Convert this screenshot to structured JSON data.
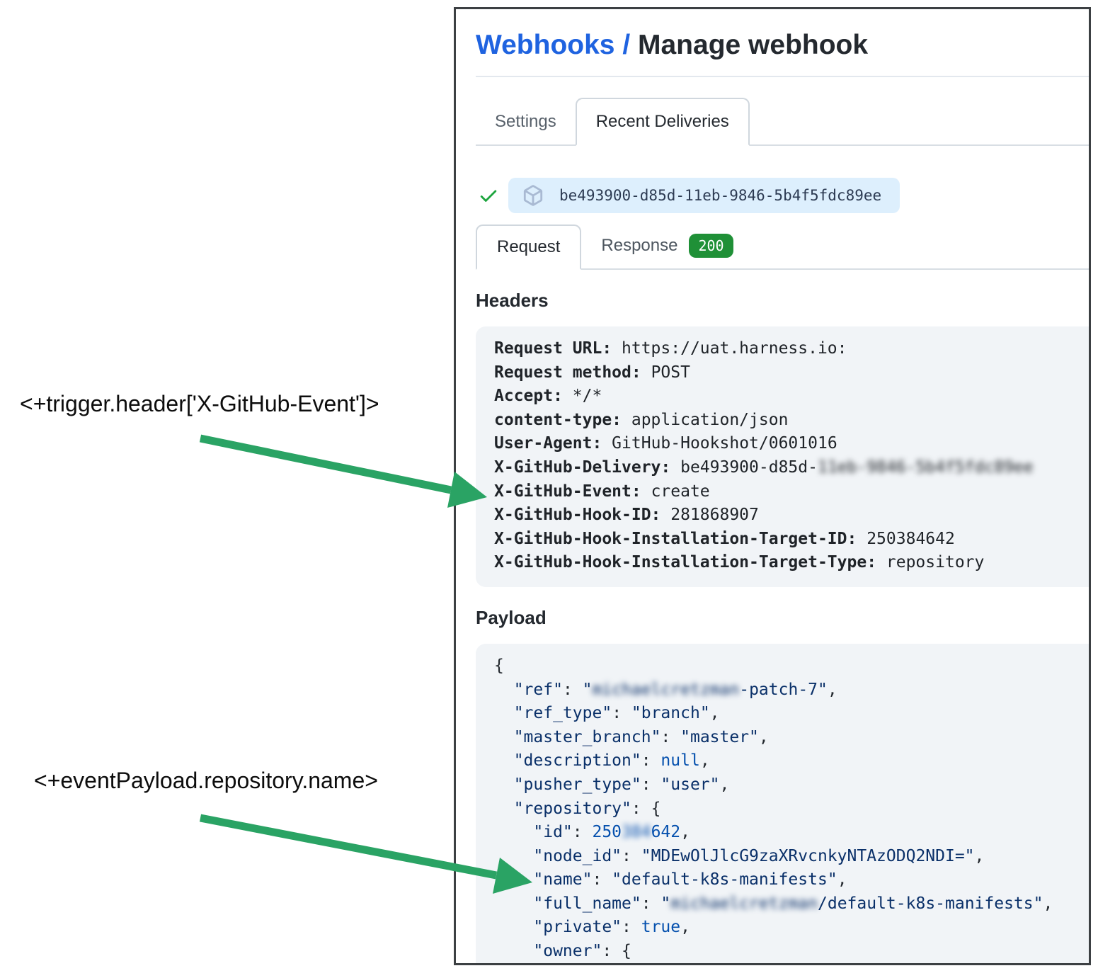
{
  "colors": {
    "accent_blue": "#1f63e0",
    "arrow_green": "#2aa364",
    "badge_green": "#1f9037",
    "check_green": "#1da53e",
    "pill_bg": "#ddeffd",
    "code_bg": "#f1f4f7",
    "string_navy": "#0a3069",
    "const_blue": "#0550ae"
  },
  "breadcrumb": {
    "link_label": "Webhooks",
    "separator": "/",
    "current": "Manage webhook"
  },
  "tabs": {
    "items": [
      {
        "label": "Settings",
        "active": false
      },
      {
        "label": "Recent Deliveries",
        "active": true
      }
    ]
  },
  "delivery": {
    "id": "be493900-d85d-11eb-9846-5b4f5fdc89ee",
    "status_icon": "check-icon",
    "pill_icon": "package-icon"
  },
  "subtabs": {
    "request_label": "Request",
    "response_label": "Response",
    "response_status_badge": "200"
  },
  "headers_section": {
    "title": "Headers",
    "entries": [
      {
        "name": "Request URL:",
        "value": "https://uat.harness.io:"
      },
      {
        "name": "Request method:",
        "value": "POST"
      },
      {
        "name": "Accept:",
        "value": "*/*"
      },
      {
        "name": "content-type:",
        "value": "application/json"
      },
      {
        "name": "User-Agent:",
        "value": "GitHub-Hookshot/0601016"
      },
      {
        "name": "X-GitHub-Delivery:",
        "value": "be493900-d85d-",
        "blurred": "11eb-9846-5b4f5fdc89ee"
      },
      {
        "name": "X-GitHub-Event:",
        "value": "create"
      },
      {
        "name": "X-GitHub-Hook-ID:",
        "value": "281868907"
      },
      {
        "name": "X-GitHub-Hook-Installation-Target-ID:",
        "value": "250384642"
      },
      {
        "name": "X-GitHub-Hook-Installation-Target-Type:",
        "value": "repository"
      }
    ]
  },
  "payload_section": {
    "title": "Payload",
    "lines": [
      [
        [
          "p",
          "{"
        ]
      ],
      [
        [
          "p",
          "  "
        ],
        [
          "s",
          "\"ref\""
        ],
        [
          "p",
          ": "
        ],
        [
          "s",
          "\""
        ],
        [
          "bs",
          "michaelcretzman"
        ],
        [
          "s",
          "-patch-7\""
        ],
        [
          "p",
          ","
        ]
      ],
      [
        [
          "p",
          "  "
        ],
        [
          "s",
          "\"ref_type\""
        ],
        [
          "p",
          ": "
        ],
        [
          "s",
          "\"branch\""
        ],
        [
          "p",
          ","
        ]
      ],
      [
        [
          "p",
          "  "
        ],
        [
          "s",
          "\"master_branch\""
        ],
        [
          "p",
          ": "
        ],
        [
          "s",
          "\"master\""
        ],
        [
          "p",
          ","
        ]
      ],
      [
        [
          "p",
          "  "
        ],
        [
          "s",
          "\"description\""
        ],
        [
          "p",
          ": "
        ],
        [
          "n",
          "null"
        ],
        [
          "p",
          ","
        ]
      ],
      [
        [
          "p",
          "  "
        ],
        [
          "s",
          "\"pusher_type\""
        ],
        [
          "p",
          ": "
        ],
        [
          "s",
          "\"user\""
        ],
        [
          "p",
          ","
        ]
      ],
      [
        [
          "p",
          "  "
        ],
        [
          "s",
          "\"repository\""
        ],
        [
          "p",
          ": "
        ],
        [
          "p",
          "{"
        ]
      ],
      [
        [
          "p",
          "    "
        ],
        [
          "s",
          "\"id\""
        ],
        [
          "p",
          ": "
        ],
        [
          "n",
          "250"
        ],
        [
          "bn",
          "384"
        ],
        [
          "n",
          "642"
        ],
        [
          "p",
          ","
        ]
      ],
      [
        [
          "p",
          "    "
        ],
        [
          "s",
          "\"node_id\""
        ],
        [
          "p",
          ": "
        ],
        [
          "s",
          "\"MDEwOlJlcG9zaXRvcnkyNTAzODQ2NDI=\""
        ],
        [
          "p",
          ","
        ]
      ],
      [
        [
          "p",
          "    "
        ],
        [
          "s",
          "\"name\""
        ],
        [
          "p",
          ": "
        ],
        [
          "s",
          "\"default-k8s-manifests\""
        ],
        [
          "p",
          ","
        ]
      ],
      [
        [
          "p",
          "    "
        ],
        [
          "s",
          "\"full_name\""
        ],
        [
          "p",
          ": "
        ],
        [
          "s",
          "\""
        ],
        [
          "bs",
          "michaelcretzman"
        ],
        [
          "s",
          "/default-k8s-manifests\""
        ],
        [
          "p",
          ","
        ]
      ],
      [
        [
          "p",
          "    "
        ],
        [
          "s",
          "\"private\""
        ],
        [
          "p",
          ": "
        ],
        [
          "n",
          "true"
        ],
        [
          "p",
          ","
        ]
      ],
      [
        [
          "p",
          "    "
        ],
        [
          "s",
          "\"owner\""
        ],
        [
          "p",
          ": "
        ],
        [
          "p",
          "{"
        ]
      ]
    ]
  },
  "annotations": [
    {
      "text": "<+trigger.header['X-GitHub-Event']>"
    },
    {
      "text": "<+eventPayload.repository.name>"
    }
  ]
}
